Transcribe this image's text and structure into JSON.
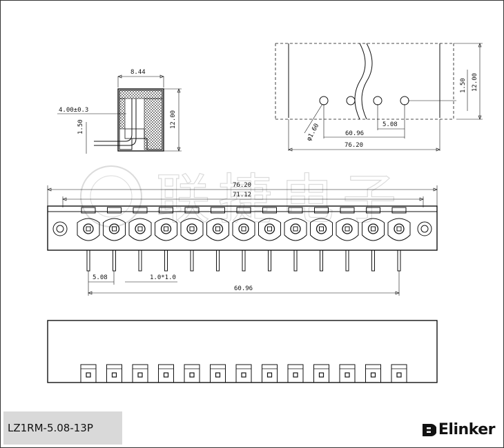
{
  "title_block": {
    "model": "LZ1RM-5.08-13P"
  },
  "brand": {
    "name": "Elinker"
  },
  "watermark": {
    "text": "联捷电子"
  },
  "side_view": {
    "width": "8.44",
    "pin_offset": "4.00±0.3",
    "pin_height": "1.50",
    "height": "12.00"
  },
  "pcb_layout": {
    "hole_dia": "φ1.60",
    "span": "60.96",
    "pitch": "5.08",
    "total": "76.20",
    "edge_offset": "1.50",
    "height": "12.00"
  },
  "front_view": {
    "overall": "76.20",
    "inner": "71.12",
    "pitch": "5.08",
    "pin_size": "1.0*1.0",
    "pin_span": "60.96",
    "pin_count": 13
  },
  "colors": {
    "line": "#111111",
    "title_bg": "#d9d9d9",
    "watermark": "#c8c8c8"
  }
}
